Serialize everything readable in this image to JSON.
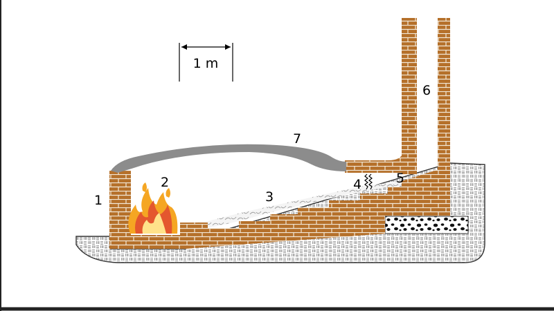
{
  "scale_bar": {
    "label": "1 m"
  },
  "labels": [
    {
      "id": "1",
      "text": "1"
    },
    {
      "id": "2",
      "text": "2"
    },
    {
      "id": "3",
      "text": "3"
    },
    {
      "id": "4",
      "text": "4"
    },
    {
      "id": "5",
      "text": "5"
    },
    {
      "id": "6",
      "text": "6"
    },
    {
      "id": "7",
      "text": "7"
    }
  ],
  "colors": {
    "brick": "#b5702a",
    "mortar": "#f2e8d8",
    "ground_stroke": "#333333",
    "dome": "#8c8c8c",
    "flame_outer": "#f5a623",
    "flame_inner": "#e4572e",
    "flame_core": "#ffe28a"
  }
}
